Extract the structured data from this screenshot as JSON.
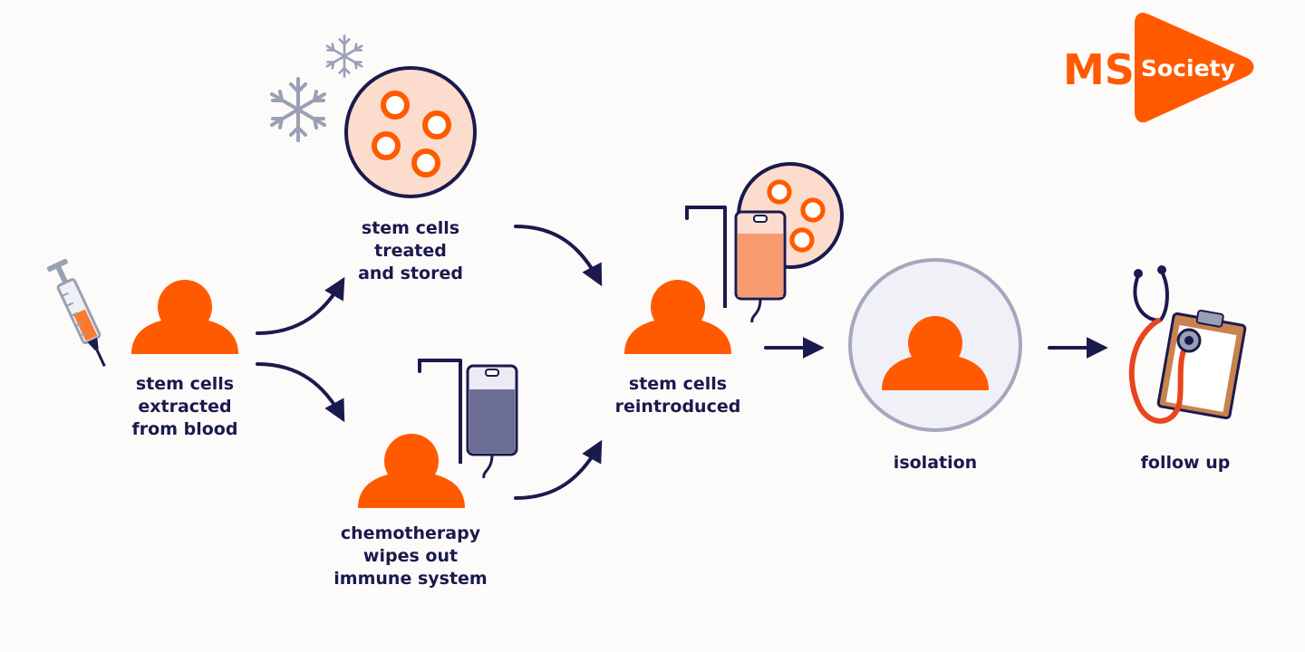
{
  "brand": {
    "logo_ms": "MS",
    "logo_society": "Society",
    "orange": "#ff5a00",
    "navy": "#1a1a4e"
  },
  "icons": {
    "person": "person-icon",
    "syringe": "syringe-icon",
    "snowflake": "snowflake-icon",
    "petri": "petri-dish-icon",
    "iv": "iv-drip-icon",
    "stethoscope": "stethoscope-icon",
    "clipboard": "clipboard-icon"
  },
  "steps": {
    "extract": [
      "stem cells",
      "extracted",
      "from blood"
    ],
    "treat": [
      "stem cells",
      "treated",
      "and stored"
    ],
    "chemo": [
      "chemotherapy",
      "wipes out",
      "immune system"
    ],
    "reintroduce": [
      "stem cells",
      "reintroduced"
    ],
    "isolation": [
      "isolation"
    ],
    "followup": [
      "follow up"
    ]
  }
}
